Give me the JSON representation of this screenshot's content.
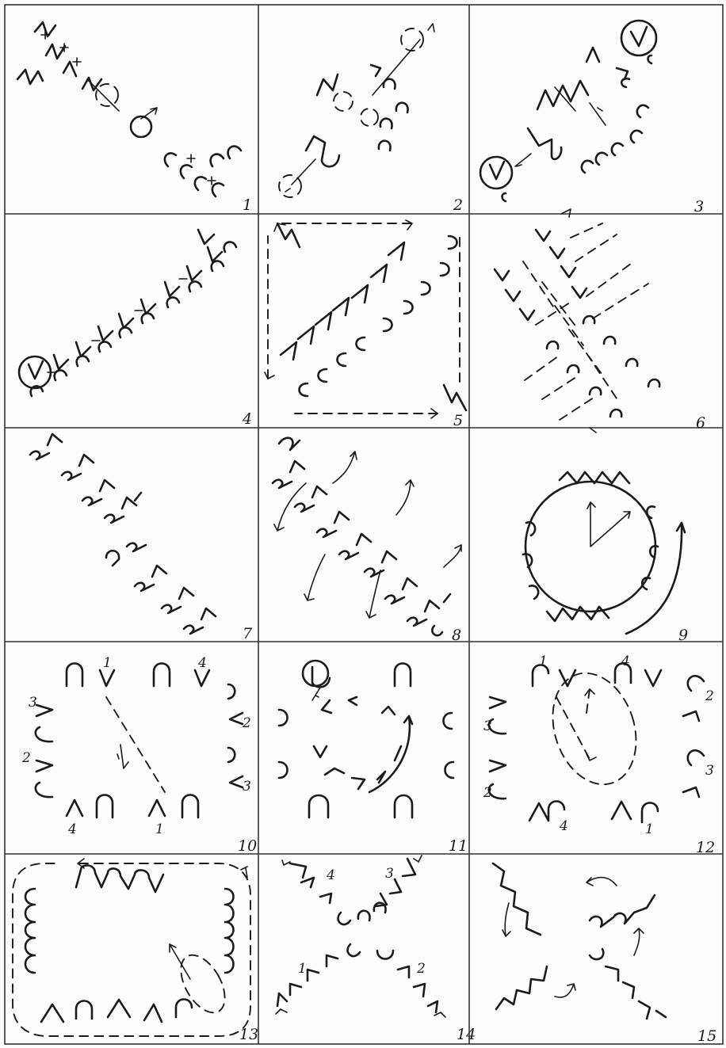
{
  "panels": [
    {
      "label": "1"
    },
    {
      "label": "2"
    },
    {
      "label": "3"
    },
    {
      "label": "4"
    },
    {
      "label": "5"
    },
    {
      "label": "6"
    },
    {
      "label": "7"
    },
    {
      "label": "8"
    },
    {
      "label": "9"
    },
    {
      "label": "10",
      "markers": [
        "1",
        "4",
        "3",
        "2",
        "2",
        "3",
        "4",
        "1"
      ]
    },
    {
      "label": "11",
      "markers": []
    },
    {
      "label": "12",
      "markers": [
        "1",
        "4",
        "3",
        "2",
        "2",
        "3",
        "4",
        "1"
      ]
    },
    {
      "label": "13"
    },
    {
      "label": "14",
      "markers": [
        "4",
        "3",
        "1",
        "2"
      ]
    },
    {
      "label": "15"
    }
  ]
}
